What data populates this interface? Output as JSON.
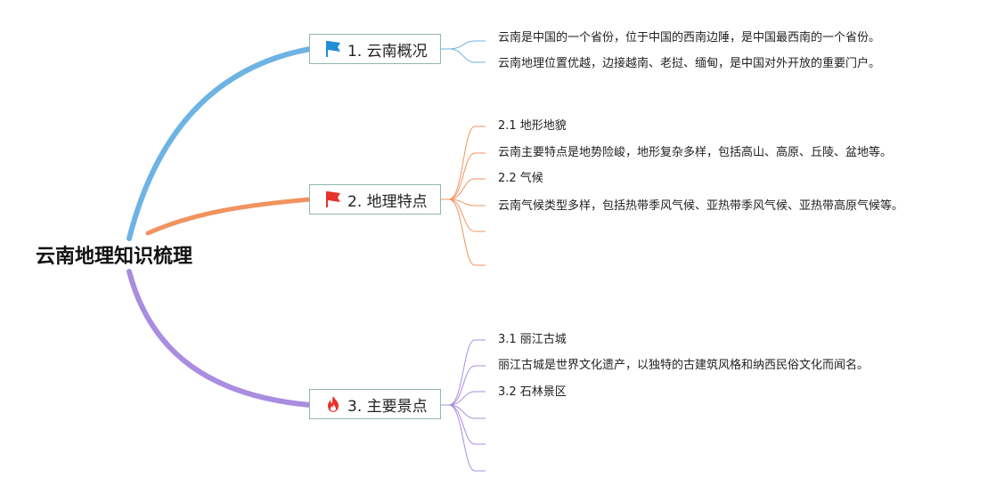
{
  "root": {
    "title": "云南地理知识梳理"
  },
  "branches": [
    {
      "label": "1. 云南概况",
      "icon": "blue-flag-icon",
      "color": "#6db3e3",
      "leaves": [
        "云南是中国的一个省份，位于中国的西南边陲，是中国最西南的一个省份。",
        "云南地理位置优越，边接越南、老挝、缅甸，是中国对外开放的重要门户。"
      ]
    },
    {
      "label": "2. 地理特点",
      "icon": "red-flag-icon",
      "color": "#f0935f",
      "leaves": [
        "2.1 地形地貌",
        "云南主要特点是地势险峻，地形复杂多样，包括高山、高原、丘陵、盆地等。",
        "2.2 气候",
        "云南气候类型多样，包括热带季风气候、亚热带季风气候、亚热带高原气候等。",
        "",
        ""
      ]
    },
    {
      "label": "3. 主要景点",
      "icon": "fire-icon",
      "color": "#a98de0",
      "leaves": [
        "3.1 丽江古城",
        "丽江古城是世界文化遗产，以独特的古建筑风格和纳西民俗文化而闻名。",
        "3.2 石林景区",
        "",
        "",
        ""
      ]
    }
  ],
  "colors": {
    "node_border": "#8fb8ad",
    "blue_flag": "#1f8fd6",
    "red_flag": "#e8322a",
    "fire": "#e8322a"
  }
}
